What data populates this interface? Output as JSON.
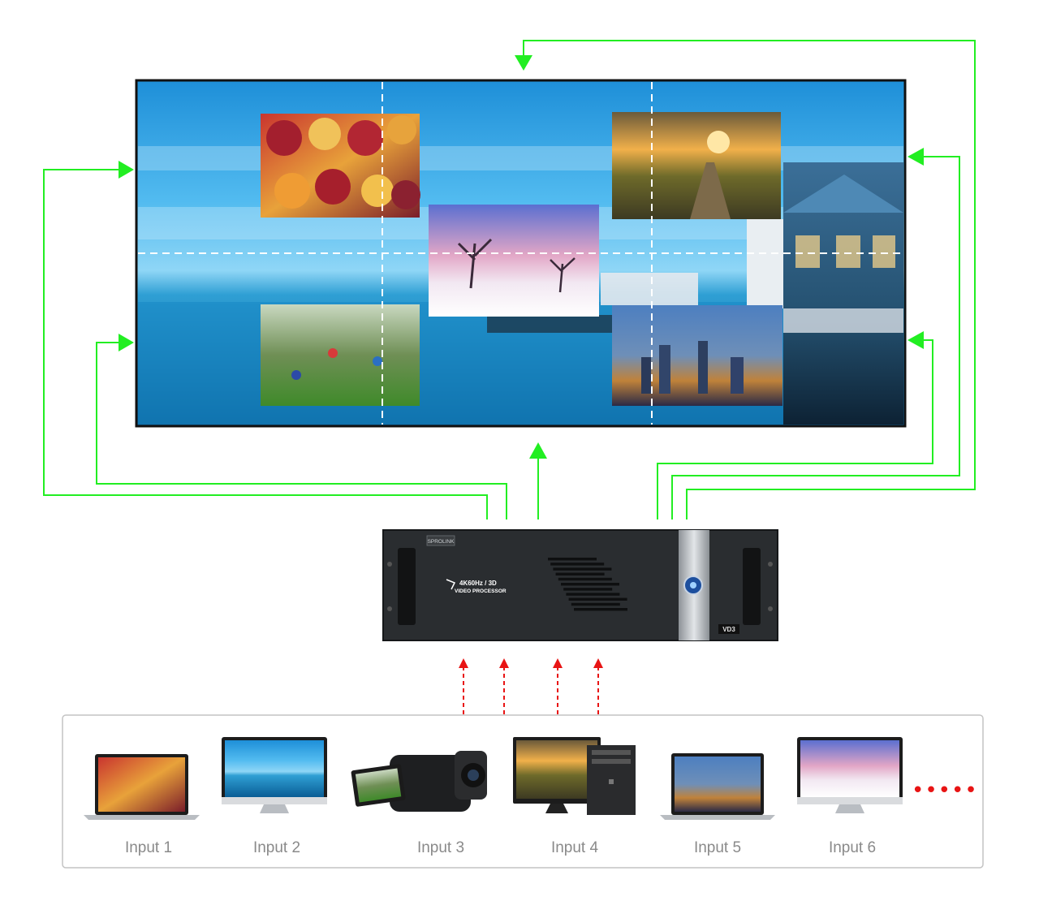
{
  "processor": {
    "brand": "SPROLINK",
    "spec_line1": "4K60Hz / 3D",
    "spec_line2": "VIDEO PROCESSOR",
    "model": "VD3"
  },
  "inputs": [
    {
      "label": "Input 1",
      "device": "laptop"
    },
    {
      "label": "Input 2",
      "device": "monitor"
    },
    {
      "label": "Input 3",
      "device": "camcorder"
    },
    {
      "label": "Input 4",
      "device": "desktop-pc"
    },
    {
      "label": "Input 5",
      "device": "laptop"
    },
    {
      "label": "Input 6",
      "device": "monitor"
    }
  ],
  "more_inputs": "•••••",
  "colors": {
    "output_arrows": "#22ee22",
    "input_arrows": "#e81414",
    "wall_background": "#2aa7e0",
    "processor_body": "#2a2d30"
  }
}
